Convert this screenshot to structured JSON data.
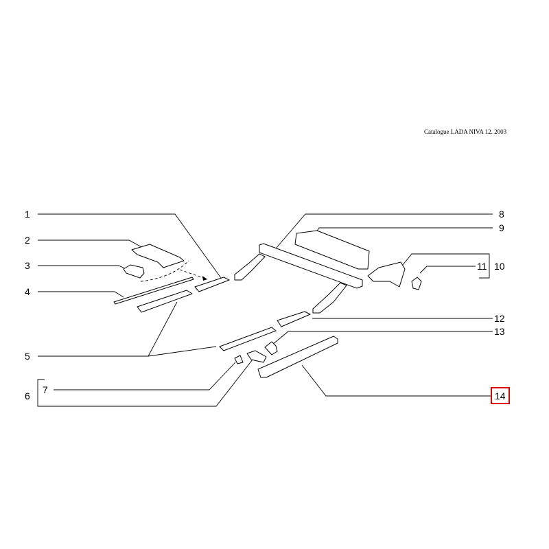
{
  "header": {
    "caption": "Catalogue LADA NIVA 12. 2003"
  },
  "callouts": [
    {
      "number": "1"
    },
    {
      "number": "2"
    },
    {
      "number": "3"
    },
    {
      "number": "4"
    },
    {
      "number": "5"
    },
    {
      "number": "6"
    },
    {
      "number": "7"
    },
    {
      "number": "8"
    },
    {
      "number": "9"
    },
    {
      "number": "10"
    },
    {
      "number": "11"
    },
    {
      "number": "12"
    },
    {
      "number": "13"
    },
    {
      "number": "14"
    }
  ],
  "highlight": {
    "selected_callout": "14",
    "color": "#e00000"
  }
}
